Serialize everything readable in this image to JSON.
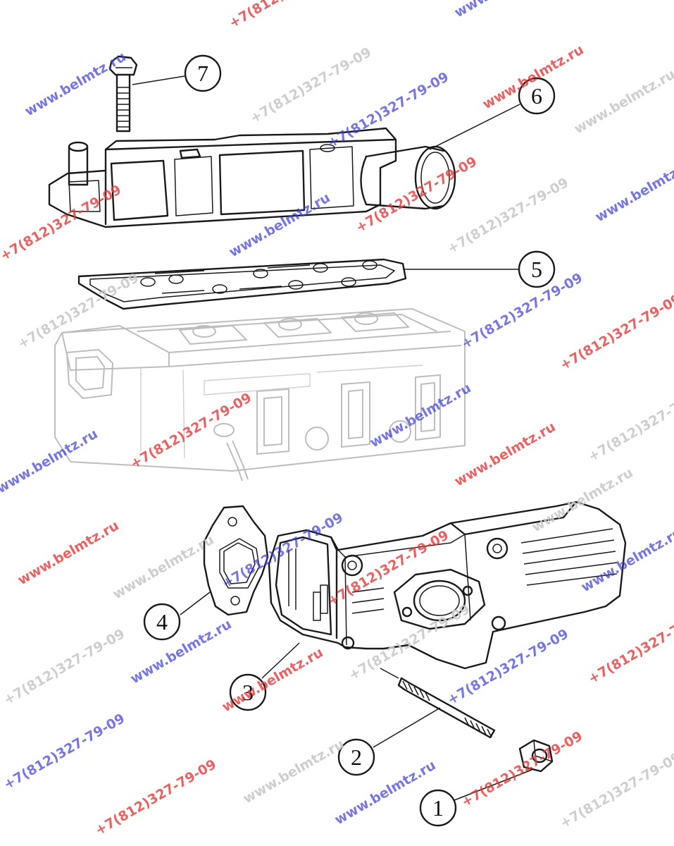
{
  "diagram": {
    "callouts": [
      {
        "id": "1",
        "label": "1"
      },
      {
        "id": "2",
        "label": "2"
      },
      {
        "id": "3",
        "label": "3"
      },
      {
        "id": "4",
        "label": "4"
      },
      {
        "id": "5",
        "label": "5"
      },
      {
        "id": "6",
        "label": "6"
      },
      {
        "id": "7",
        "label": "7"
      }
    ],
    "watermarks": {
      "site": "www.belmtz.ru",
      "phone": "+7(812)327-79-09"
    }
  },
  "colors": {
    "ink": "#1a1a1a",
    "ghost": "#bdbdbd",
    "watermark_blue": "#3d3dd8",
    "watermark_red": "#e53a3a",
    "watermark_gray": "#c9c9c9"
  }
}
